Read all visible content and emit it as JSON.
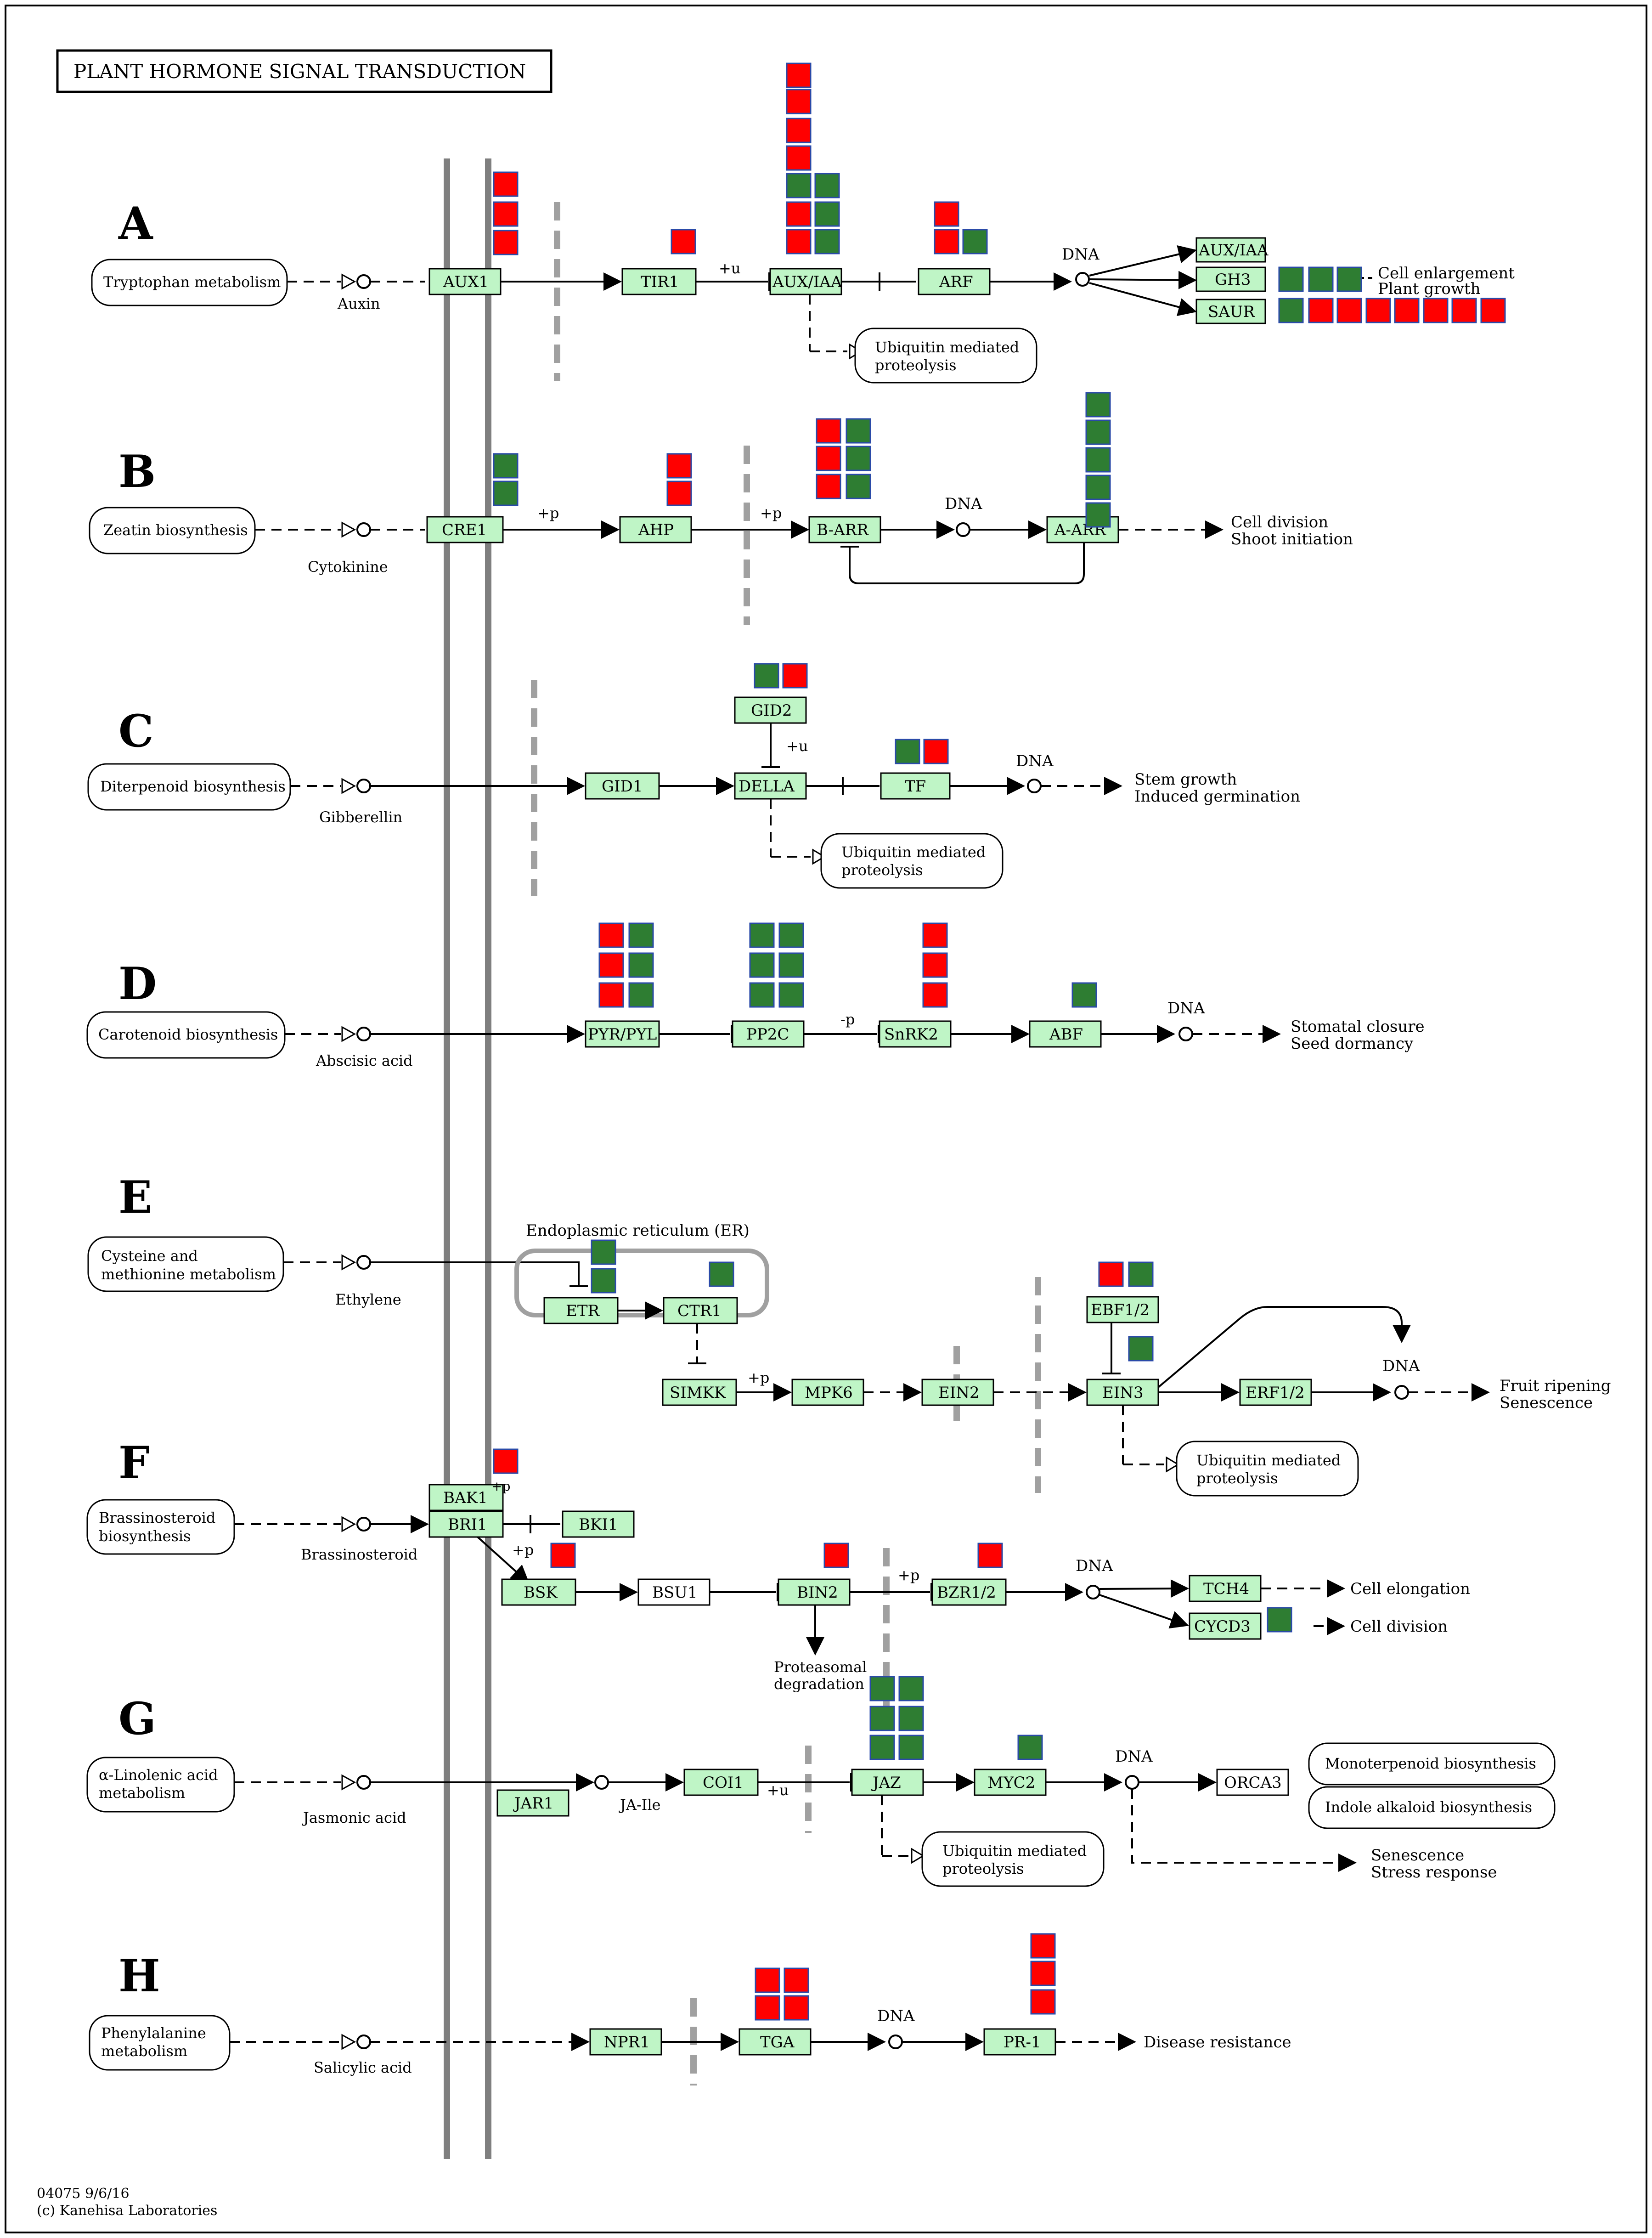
{
  "title": "PLANT HORMONE SIGNAL TRANSDUCTION",
  "footer": {
    "map_id": "04075 9/6/16",
    "copyright": "(c) Kanehisa Laboratories"
  },
  "legend_colors": {
    "up": "#ff0000",
    "down": "#2e7d32",
    "gene_box": "#bff5c6"
  },
  "panels": {
    "A": {
      "letter": "A",
      "source": "Tryptophan metabolism",
      "hormone": "Auxin",
      "genes": {
        "aux1": "AUX1",
        "tir1": "TIR1",
        "auxiaa": "AUX/IAA",
        "arf": "ARF",
        "auxiaa2": "AUX/IAA",
        "gh3": "GH3",
        "saur": "SAUR"
      },
      "mod": "+u",
      "dna": "DNA",
      "ubiq1": "Ubiquitin mediated",
      "ubiq2": "proteolysis",
      "out1": "Cell enlargement",
      "out2": "Plant growth"
    },
    "B": {
      "letter": "B",
      "source": "Zeatin biosynthesis",
      "hormone": "Cytokinine",
      "genes": {
        "cre1": "CRE1",
        "ahp": "AHP",
        "barr": "B-ARR",
        "aarr": "A-ARR"
      },
      "mod1": "+p",
      "mod2": "+p",
      "dna": "DNA",
      "out1": "Cell division",
      "out2": "Shoot initiation"
    },
    "C": {
      "letter": "C",
      "source": "Diterpenoid biosynthesis",
      "hormone": "Gibberellin",
      "genes": {
        "gid1": "GID1",
        "gid2": "GID2",
        "della": "DELLA",
        "tf": "TF"
      },
      "mod": "+u",
      "dna": "DNA",
      "ubiq1": "Ubiquitin mediated",
      "ubiq2": "proteolysis",
      "out1": "Stem growth",
      "out2": "Induced germination"
    },
    "D": {
      "letter": "D",
      "source": "Carotenoid biosynthesis",
      "hormone": "Abscisic acid",
      "genes": {
        "pyr": "PYR/PYL",
        "pp2c": "PP2C",
        "snrk2": "SnRK2",
        "abf": "ABF"
      },
      "mod": "-p",
      "dna": "DNA",
      "out1": "Stomatal closure",
      "out2": "Seed dormancy"
    },
    "E": {
      "letter": "E",
      "source1": "Cysteine and",
      "source2": "methionine metabolism",
      "hormone": "Ethylene",
      "er": "Endoplasmic reticulum (ER)",
      "genes": {
        "etr": "ETR",
        "ctr1": "CTR1",
        "simkk": "SIMKK",
        "mpk6": "MPK6",
        "ein2": "EIN2",
        "ebf": "EBF1/2",
        "ein3": "EIN3",
        "erf": "ERF1/2"
      },
      "mod": "+p",
      "dna": "DNA",
      "ubiq1": "Ubiquitin mediated",
      "ubiq2": "proteolysis",
      "out1": "Fruit ripening",
      "out2": "Senescence"
    },
    "F": {
      "letter": "F",
      "source1": "Brassinosteroid",
      "source2": "biosynthesis",
      "hormone": "Brassinosteroid",
      "genes": {
        "bak1": "BAK1",
        "bri1": "BRI1",
        "bki1": "BKI1",
        "bsk": "BSK",
        "bsu1": "BSU1",
        "bin2": "BIN2",
        "bzr": "BZR1/2",
        "tch4": "TCH4",
        "cycd3": "CYCD3"
      },
      "mod_p": "+p",
      "mod_p2": "+p",
      "mod_p3": "+p",
      "dna": "DNA",
      "prot1": "Proteasomal",
      "prot2": "degradation",
      "out1": "Cell elongation",
      "out2": "Cell division"
    },
    "G": {
      "letter": "G",
      "source1": "α-Linolenic acid",
      "source2": "metabolism",
      "hormone": "Jasmonic acid",
      "genes": {
        "jar1": "JAR1",
        "coi1": "COI1",
        "jaz": "JAZ",
        "myc2": "MYC2",
        "orca3": "ORCA3"
      },
      "jaile": "JA-Ile",
      "mod": "+u",
      "dna": "DNA",
      "ubiq1": "Ubiquitin mediated",
      "ubiq2": "proteolysis",
      "mono": "Monoterpenoid biosynthesis",
      "indole": "Indole alkaloid biosynthesis",
      "out1": "Senescence",
      "out2": "Stress response"
    },
    "H": {
      "letter": "H",
      "source1": "Phenylalanine",
      "source2": "metabolism",
      "hormone": "Salicylic acid",
      "genes": {
        "npr1": "NPR1",
        "tga": "TGA",
        "pr1": "PR-1"
      },
      "dna": "DNA",
      "out1": "Disease resistance"
    }
  }
}
